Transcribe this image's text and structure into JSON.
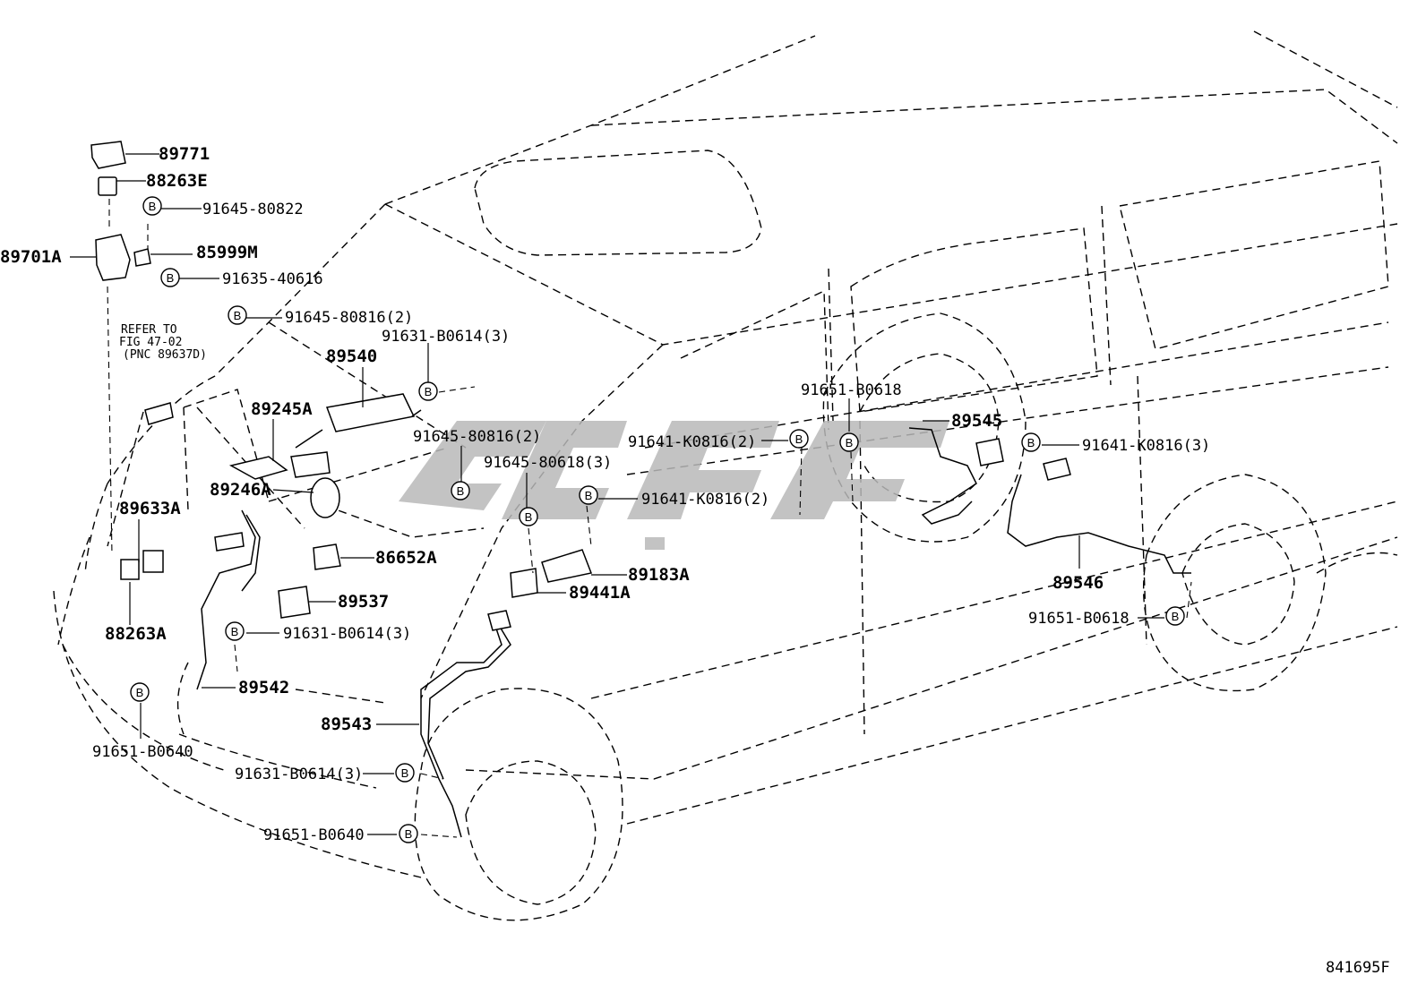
{
  "diagram_id": "841695F",
  "refer_note": {
    "line1": "REFER TO",
    "line2": "FIG 47-02",
    "line3": "(PNC 89637D)"
  },
  "labels": {
    "p89771": "89771",
    "p88263E": "88263E",
    "p91645_80822": "91645-80822",
    "p89701A": "89701A",
    "p85999M": "85999M",
    "p91635_40616": "91635-40616",
    "p91645_80816_2_a": "91645-80816(2)",
    "p91631_B0614_3_a": "91631-B0614(3)",
    "p89540": "89540",
    "p89245A": "89245A",
    "p91645_80816_2_b": "91645-80816(2)",
    "p91645_80618_3": "91645-80618(3)",
    "p89246A": "89246A",
    "p89633A": "89633A",
    "p86652A": "86652A",
    "p89537": "89537",
    "p88263A": "88263A",
    "p91631_B0614_3_b": "91631-B0614(3)",
    "p89542": "89542",
    "p89543": "89543",
    "p91651_B0640_a": "91651-B0640",
    "p91631_B0614_3_c": "91631-B0614(3)",
    "p91651_B0640_b": "91651-B0640",
    "p91641_K0816_2_a": "91641-K0816(2)",
    "p91641_K0816_2_b": "91641-K0816(2)",
    "p89183A": "89183A",
    "p89441A": "89441A",
    "p91651_B0618_a": "91651-B0618",
    "p89545": "89545",
    "p91641_K0816_3": "91641-K0816(3)",
    "p89546": "89546",
    "p91651_B0618_b": "91651-B0618"
  },
  "bolt_marker": "B"
}
